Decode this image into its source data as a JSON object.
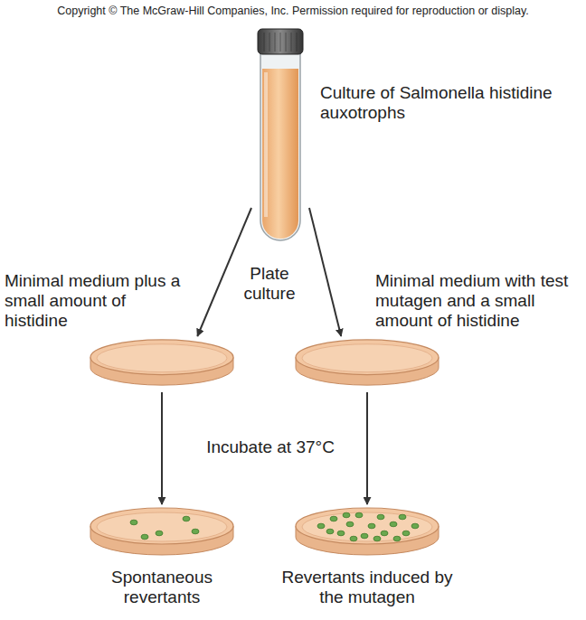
{
  "diagram": {
    "nodes": [
      {
        "text": [
          "Culture of Salmonella histidine auxotrophs"
        ]
      },
      {
        "text": [
          "Minimal medium plus a small amount of histidine"
        ]
      },
      {
        "text": [
          "Minimal medium with test mutagen and a small amount of histidine"
        ]
      },
      {
        "text": [
          "Spontaneous revertants"
        ]
      },
      {
        "text": [
          "Revertants induced by the mutagen"
        ]
      }
    ],
    "edges": [
      {
        "from": 0,
        "to": 1,
        "arrow": "to"
      },
      {
        "from": 0,
        "to": 2,
        "arrow": "to"
      },
      {
        "from": 1,
        "to": 3,
        "arrow": "to"
      },
      {
        "from": 2,
        "to": 4,
        "arrow": "to"
      }
    ],
    "labels": [
      "Copyright © The McGraw-Hill Companies, Inc. Permission required for reproduction or display.",
      "Plate culture",
      "Incubate at 37°C"
    ]
  }
}
